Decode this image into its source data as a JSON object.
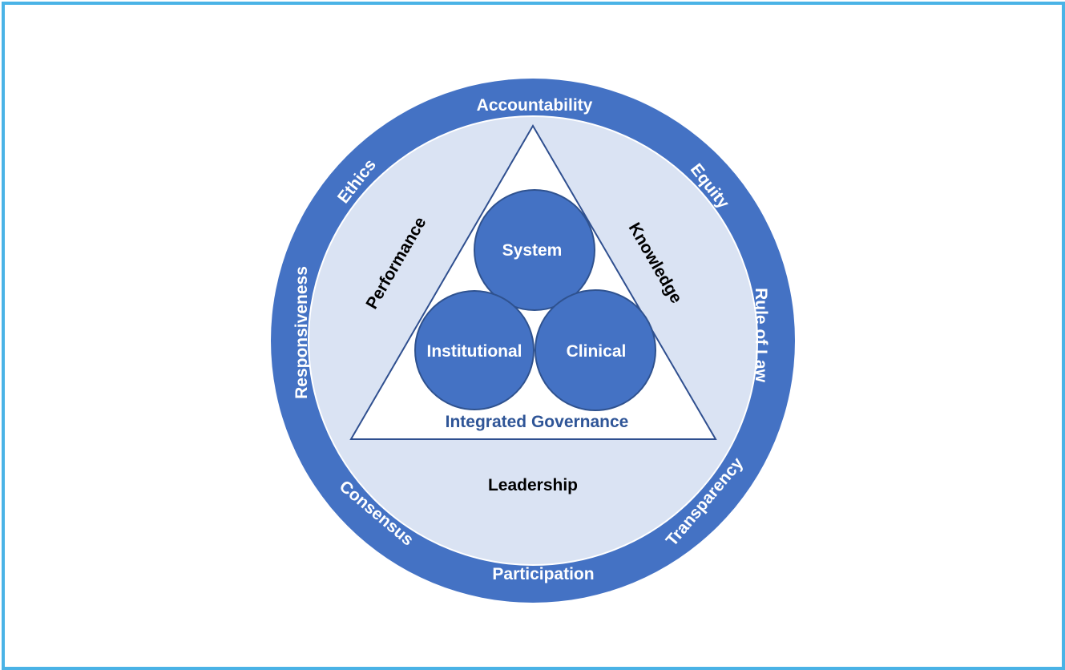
{
  "colors": {
    "frame": "#4ab3e6",
    "ring": "#4472c4",
    "inner_fill": "#dae3f3",
    "core_label": "#2f5597"
  },
  "ring_labels": {
    "accountability": "Accountability",
    "equity": "Equity",
    "rule_of_law": "Rule of Law",
    "transparency": "Transparency",
    "participation": "Participation",
    "consensus": "Consensus",
    "responsiveness": "Responsiveness",
    "ethics": "Ethics"
  },
  "pillars": {
    "performance": "Performance",
    "knowledge": "Knowledge",
    "leadership": "Leadership"
  },
  "core": {
    "title": "Integrated Governance",
    "system": "System",
    "institutional": "Institutional",
    "clinical": "Clinical"
  }
}
